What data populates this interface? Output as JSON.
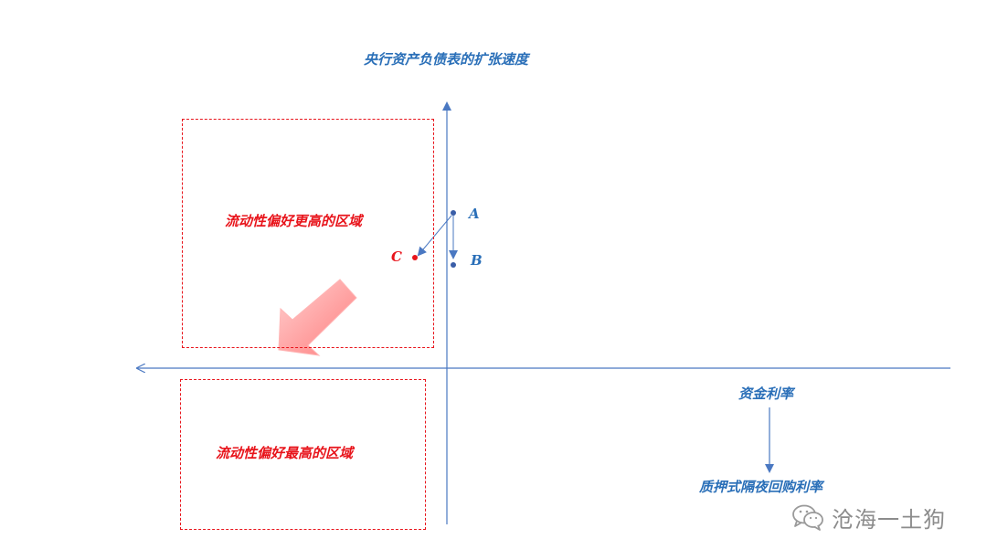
{
  "diagram": {
    "y_axis_title": "央行资产负债表的扩张速度",
    "x_axis_title": "资金利率",
    "x_axis_subtitle": "质押式隔夜回购利率",
    "points": {
      "a": "A",
      "b": "B",
      "c": "C"
    },
    "regions": {
      "upper": "流动性偏好更高的区域",
      "lower": "流动性偏好最高的区域"
    }
  },
  "watermark": {
    "text": "沧海一土狗",
    "icon": "wechat-icon"
  },
  "colors": {
    "axis": "#4a78c2",
    "label_blue": "#2a6fb8",
    "accent_red": "#e8141b",
    "arrow_pink": "#ff8b8b",
    "watermark": "#8c8c8c"
  }
}
